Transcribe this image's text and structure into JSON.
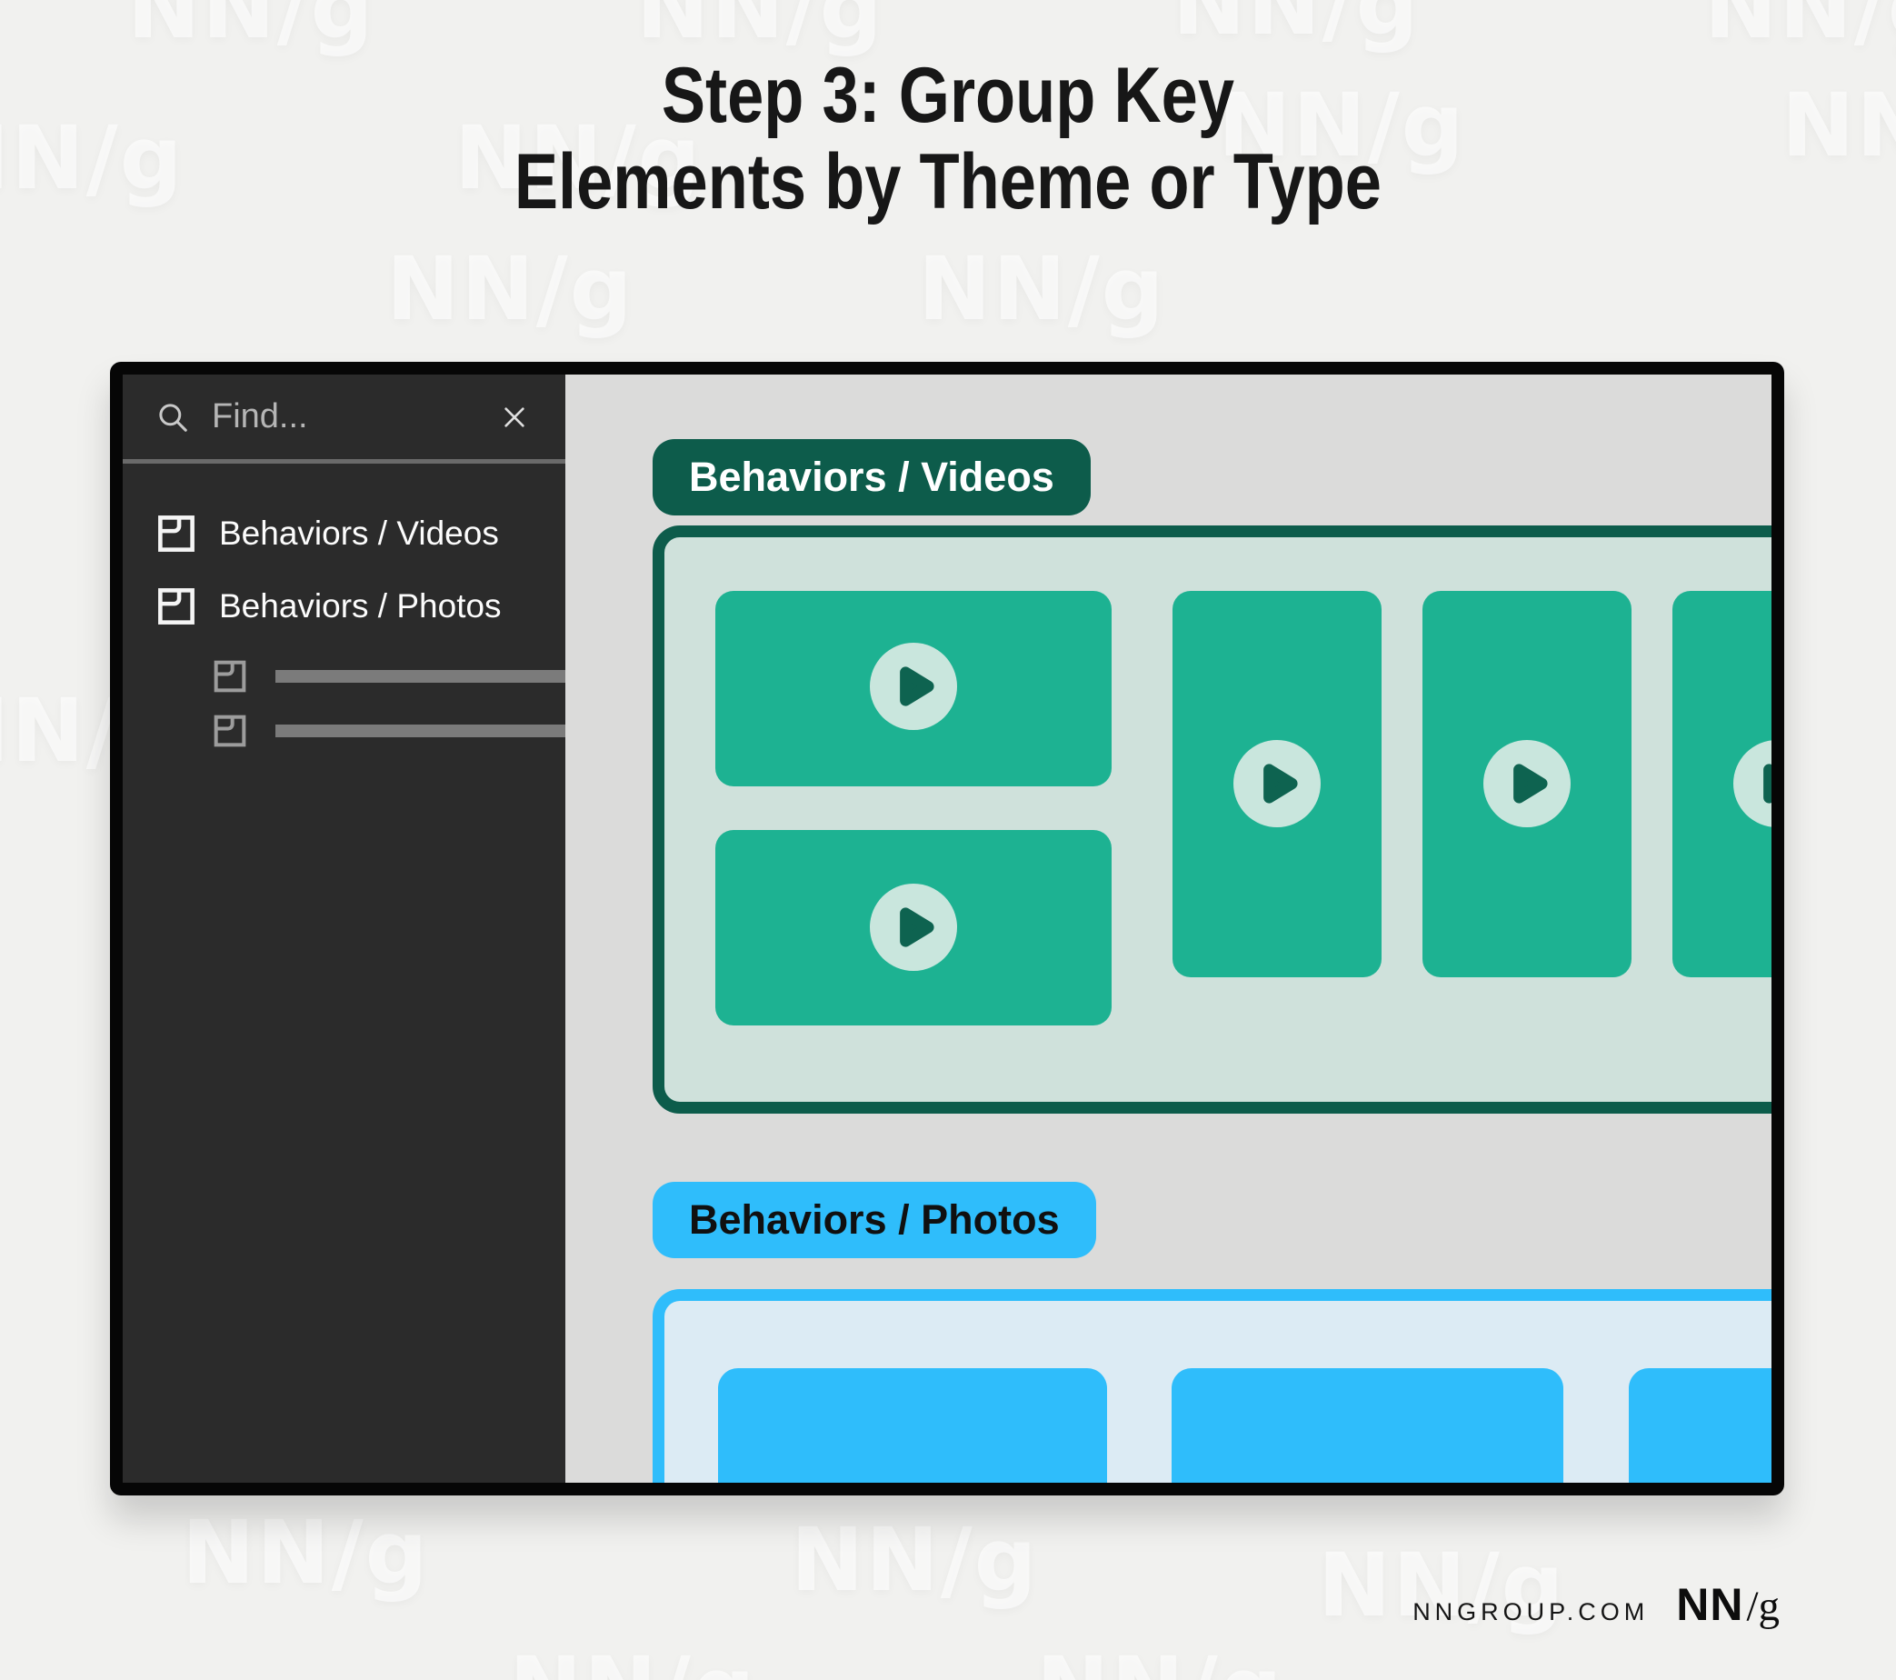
{
  "title": {
    "line1": "Step 3: Group Key",
    "line2": "Elements by Theme or Type"
  },
  "watermark": {
    "text": "NN/g"
  },
  "sidebar": {
    "search": {
      "placeholder": "Find..."
    },
    "items": [
      {
        "label": "Behaviors / Videos"
      },
      {
        "label": "Behaviors / Photos"
      }
    ],
    "placeholder_rows": 2
  },
  "canvas": {
    "groups": [
      {
        "label": "Behaviors / Videos",
        "accent": "#0d5c4b",
        "surface": "#cfe1db",
        "card_color": "#1db292",
        "play_circle_color": "#c9e6dd",
        "play_triangle_color": "#0e6350",
        "visible_cards": 5
      },
      {
        "label": "Behaviors / Photos",
        "accent": "#2fbdfb",
        "surface": "#dcebf4",
        "card_color": "#2fbdfb",
        "visible_cards": 3
      }
    ]
  },
  "footer": {
    "site": "NNGROUP.COM",
    "logo_nn": "NN",
    "logo_slash_g": "/g"
  },
  "colors": {
    "page_bg": "#f1f1ef",
    "canvas_bg": "#dbdbda",
    "sidebar_bg": "#2b2b2b",
    "frame": "#060606"
  }
}
